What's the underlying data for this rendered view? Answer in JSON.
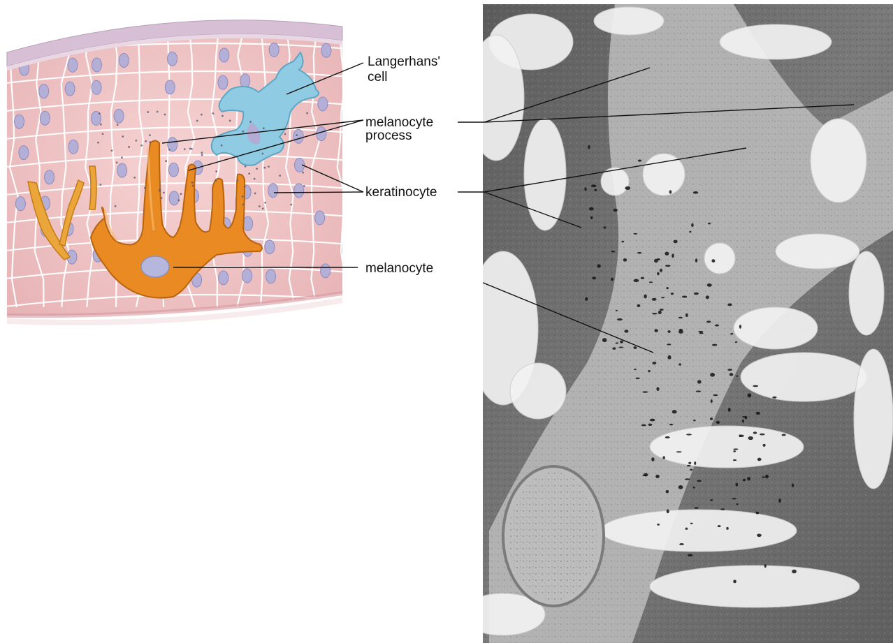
{
  "labels": {
    "langerhans": {
      "line1": "Langerhans'",
      "line2": "cell"
    },
    "melanocyte_process": {
      "line1": "melanocyte",
      "line2": "process"
    },
    "keratinocyte": "keratinocyte",
    "melanocyte": "melanocyte"
  },
  "colors": {
    "keratinocyte_fill": "#f2c8c8",
    "cell_border": "#ffffff",
    "nucleus": "#b3afd6",
    "langerhans_cell": "#8fcbe2",
    "melanocyte": "#e98a22",
    "stratum_corneum": "#d8c3d6",
    "micrograph_dark": "#6b6b6b",
    "micrograph_light": "#d9d9d9"
  },
  "icons": [
    "epidermis-illustration",
    "electron-micrograph"
  ]
}
